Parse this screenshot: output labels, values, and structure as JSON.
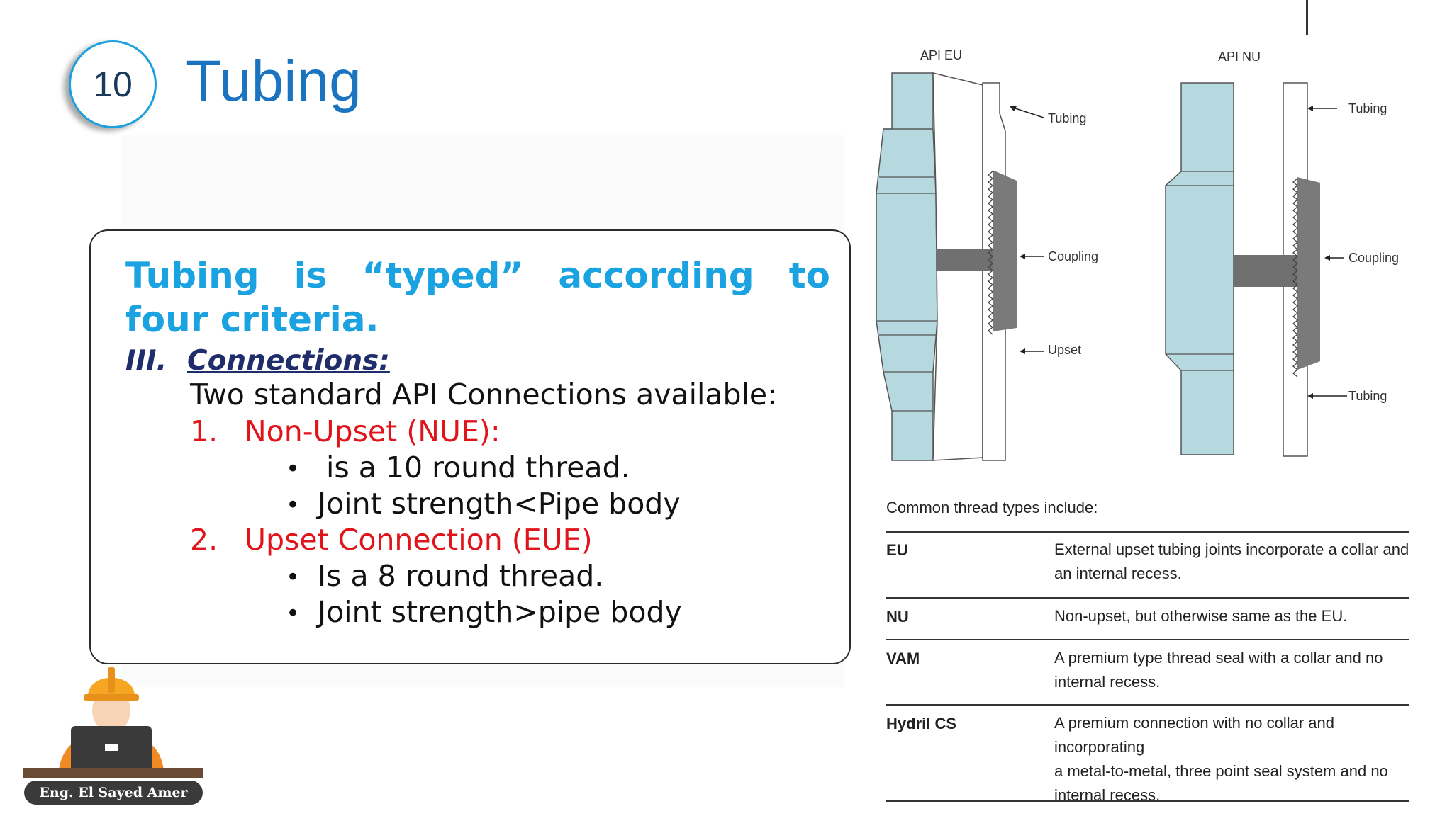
{
  "slide": {
    "number": "10",
    "title": "Tubing"
  },
  "content": {
    "heading": "Tubing is “typed” according to four criteria.",
    "section_number": "III.",
    "section_title": "Connections:",
    "intro": "Two standard API Connections available:",
    "items": [
      {
        "number": "1.",
        "label": "Non-Upset (NUE):",
        "bullets": [
          "is a 10 round thread.",
          "Joint strength<Pipe body"
        ]
      },
      {
        "number": "2.",
        "label": "Upset Connection (EUE)",
        "bullets": [
          "Is a 8 round thread.",
          "Joint strength>pipe body"
        ]
      }
    ]
  },
  "diagram": {
    "left_title": "API EU",
    "right_title": "API NU",
    "left_labels": [
      "Tubing",
      "Coupling",
      "Upset"
    ],
    "right_labels": [
      "Tubing",
      "Coupling",
      "Tubing"
    ]
  },
  "table": {
    "caption": "Common thread types include:",
    "rows": [
      {
        "key": "EU",
        "desc": [
          "External upset tubing joints incorporate a collar and",
          "an internal recess."
        ]
      },
      {
        "key": "NU",
        "desc": [
          "Non-upset, but otherwise same as the EU."
        ]
      },
      {
        "key": "VAM",
        "desc": [
          "A premium type thread seal with a collar and no",
          "internal recess."
        ]
      },
      {
        "key": "Hydril CS",
        "desc": [
          "A premium connection with no collar and incorporating",
          "a metal-to-metal, three point seal system and no",
          "internal recess."
        ]
      }
    ]
  },
  "author": {
    "name": "Eng. El Sayed Amer"
  },
  "colors": {
    "title_blue": "#1b74bf",
    "heading_cyan": "#1aa3e0",
    "section_navy": "#1f2d6b",
    "accent_red": "#e0141b",
    "pipe_fill": "#b5d9de",
    "coupling_gray": "#707070"
  }
}
